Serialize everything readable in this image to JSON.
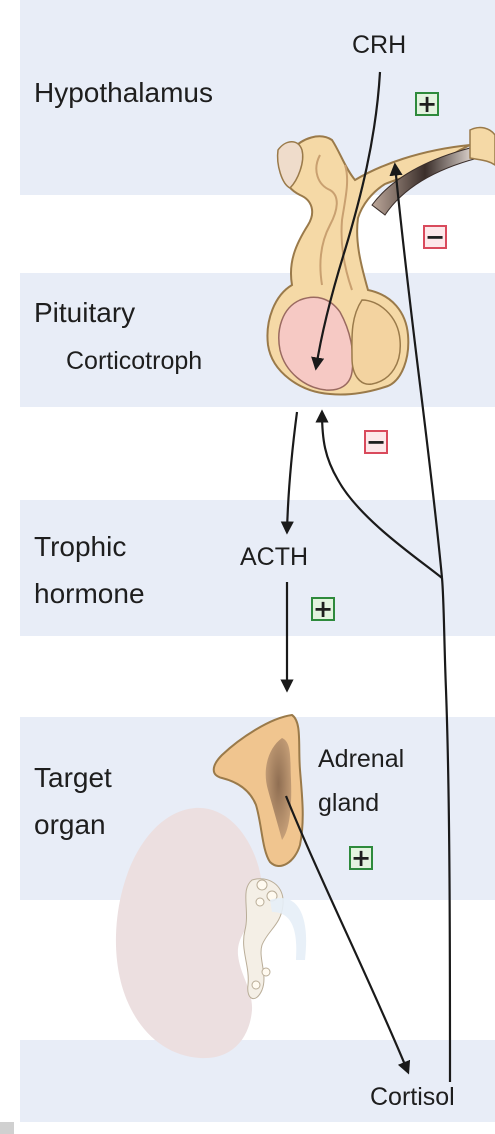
{
  "levels": {
    "hypothalamus": "Hypothalamus",
    "pituitary": "Pituitary",
    "corticotroph": "Corticotroph",
    "trophic_line1": "Trophic",
    "trophic_line2": "hormone",
    "target_line1": "Target",
    "target_line2": "organ"
  },
  "hormones": {
    "crh": "CRH",
    "acth": "ACTH",
    "adrenal_line1": "Adrenal",
    "adrenal_line2": "gland",
    "cortisol": "Cortisol"
  },
  "signs": {
    "plus": "+",
    "minus": "−"
  },
  "colors": {
    "band": "#e8edf7",
    "plus_border": "#2e8a3c",
    "minus_border": "#d94a5c",
    "pituitary_tissue": "#f5d9a6",
    "pituitary_lobe": "#f6c9c4",
    "adrenal": "#f0c58f",
    "kidney": "#ecdfe0"
  }
}
